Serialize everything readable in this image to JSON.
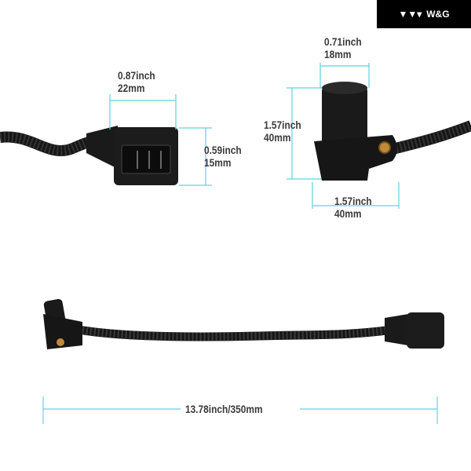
{
  "brand": {
    "name": "W&G",
    "logo_icon": "triangles-logo-icon"
  },
  "colors": {
    "dimension_line": "#5fd3e0",
    "label_text": "#3a3a3a",
    "product": "#161616"
  },
  "dimensions": {
    "connector_width": {
      "inch": "0.87inch",
      "mm": "22mm"
    },
    "connector_height": {
      "inch": "0.59inch",
      "mm": "15mm"
    },
    "sensor_diameter": {
      "inch": "0.71inch",
      "mm": "18mm"
    },
    "sensor_height": {
      "inch": "1.57inch",
      "mm": "40mm"
    },
    "sensor_width": {
      "inch": "1.57inch",
      "mm": "40mm"
    },
    "total_length": "13.78inch/350mm"
  }
}
